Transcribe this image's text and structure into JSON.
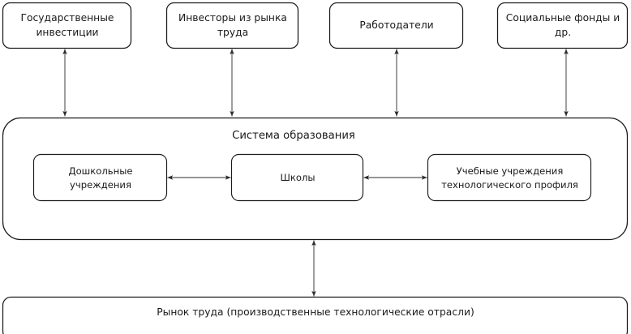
{
  "diagram": {
    "title": "Система образования",
    "stroke_color": "#1a1a1a",
    "fill_color": "#ffffff",
    "arrow_color": "#2b2b2b",
    "stakeholders": [
      {
        "id": "state-investments",
        "label": "Государственные\nинвестиции"
      },
      {
        "id": "labor-market-investors",
        "label": "Инвесторы из рынка\nтруда"
      },
      {
        "id": "employers",
        "label": "Работодатели"
      },
      {
        "id": "social-funds",
        "label": "Социальные фонды и\nдр."
      }
    ],
    "education_system": {
      "title": "Система образования",
      "stages": [
        {
          "id": "preschool",
          "label": "Дошкольные\nучреждения"
        },
        {
          "id": "schools",
          "label": "Школы"
        },
        {
          "id": "technological-institutions",
          "label": "Учебные учреждения\nтехнологического профиля"
        }
      ]
    },
    "labor_market": {
      "id": "labor-market",
      "label": "Рынок труда (производственные технологические отрасли)"
    }
  }
}
